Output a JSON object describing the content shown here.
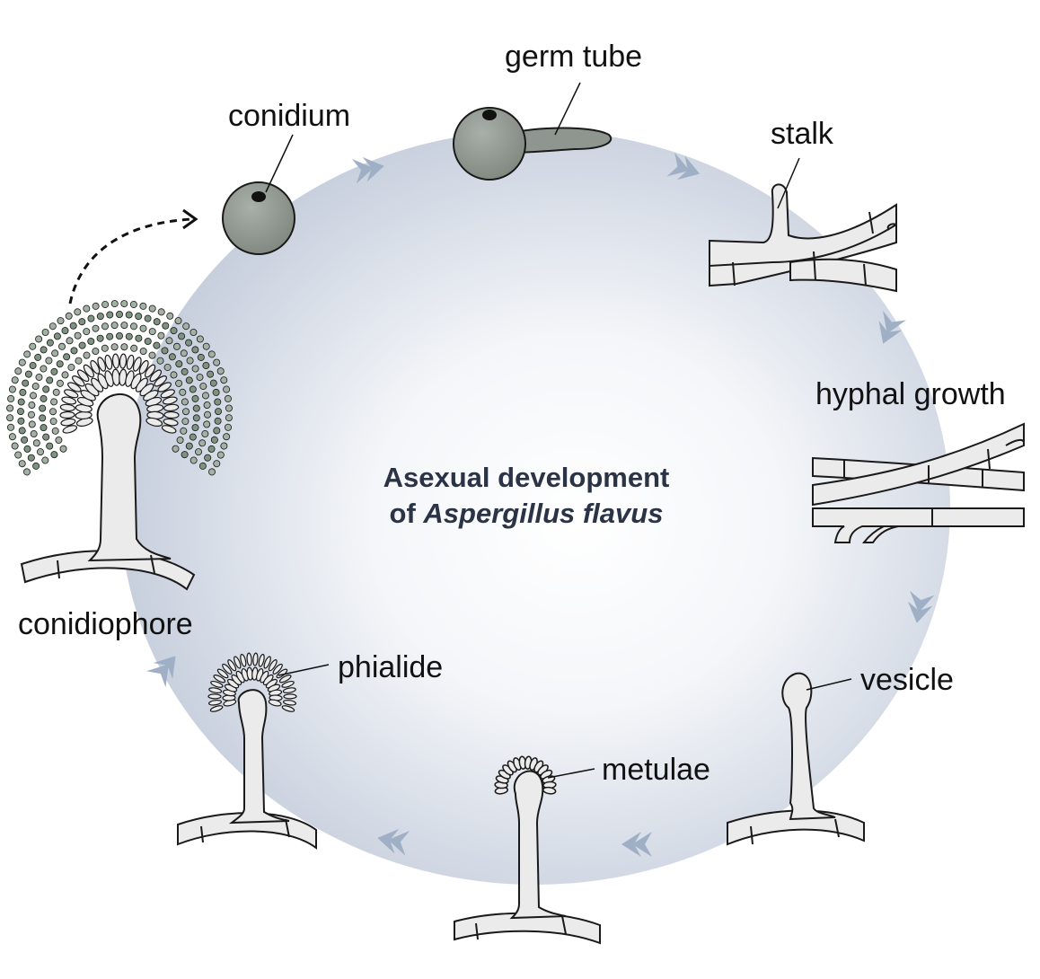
{
  "center": {
    "line1": "Asexual development",
    "line2_prefix": "of ",
    "line2_species": "Aspergillus flavus"
  },
  "labels": {
    "conidium": "conidium",
    "germ_tube": "germ tube",
    "stalk": "stalk",
    "hyphal_growth": "hyphal growth",
    "vesicle": "vesicle",
    "metulae": "metulae",
    "phialide": "phialide",
    "conidiophore": "conidiophore"
  },
  "colors": {
    "circle_center": "#ffffff",
    "circle_edge": "#c9d0de",
    "arrow": "#9fb0c6",
    "cell_fill": "#ebebeb",
    "spore_fill": "#8f968f",
    "outline": "#1a1a1a",
    "text": "#111111",
    "title_text": "#2b3446"
  }
}
